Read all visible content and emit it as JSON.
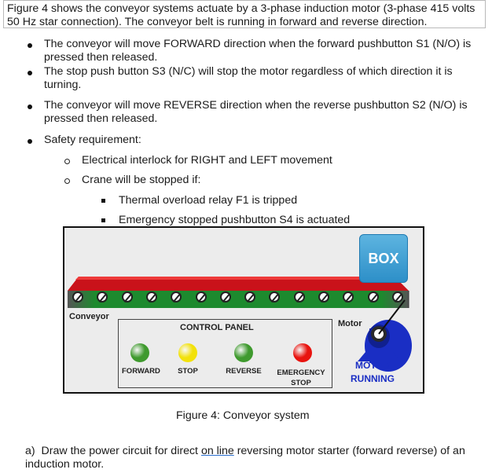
{
  "intro": "Figure 4 shows the conveyor systems actuate by a 3-phase induction motor (3-phase 415 volts 50 Hz star connection). The conveyor belt is running in forward and reverse direction.",
  "bullets": [
    "The conveyor will move FORWARD direction when the forward pushbutton S1 (N/O) is pressed then released.",
    "The stop push button S3 (N/C) will stop the motor regardless of which direction it is turning.",
    "The conveyor will move REVERSE direction when the reverse pushbutton S2 (N/O) is pressed then released.",
    "Safety requirement:"
  ],
  "sub_bullets": [
    "Electrical interlock for RIGHT and LEFT movement",
    "Crane will be stopped if:"
  ],
  "sub_sub_bullets": [
    "Thermal overload relay F1 is tripped",
    "Emergency stopped pushbutton S4 is actuated"
  ],
  "figure": {
    "box_label": "BOX",
    "conveyor_label": "Conveyor",
    "motor_label": "Motor",
    "motor_status_line1": "MOTOR",
    "motor_status_line2": "RUNNING",
    "panel_title": "CONTROL PANEL",
    "lamps": [
      {
        "label": "FORWARD",
        "color": "#3f9a2e"
      },
      {
        "label": "STOP",
        "color": "#f2e10a"
      },
      {
        "label": "REVERSE",
        "color": "#3f9a2e"
      },
      {
        "label_line1": "EMERGENCY",
        "label_line2": "STOP",
        "color": "#e8140f"
      }
    ],
    "colors": {
      "belt_top": "#e0141c",
      "rollers_band": "#1d8a2e",
      "motor": "#1a2ec4",
      "status_text": "#1a2ec4"
    }
  },
  "caption": "Figure 4: Conveyor system",
  "question": {
    "prefix": "a)",
    "text_before": "Draw the power circuit for direct ",
    "underlined": "on line",
    "text_after": " reversing motor starter (forward reverse) of an induction motor."
  }
}
